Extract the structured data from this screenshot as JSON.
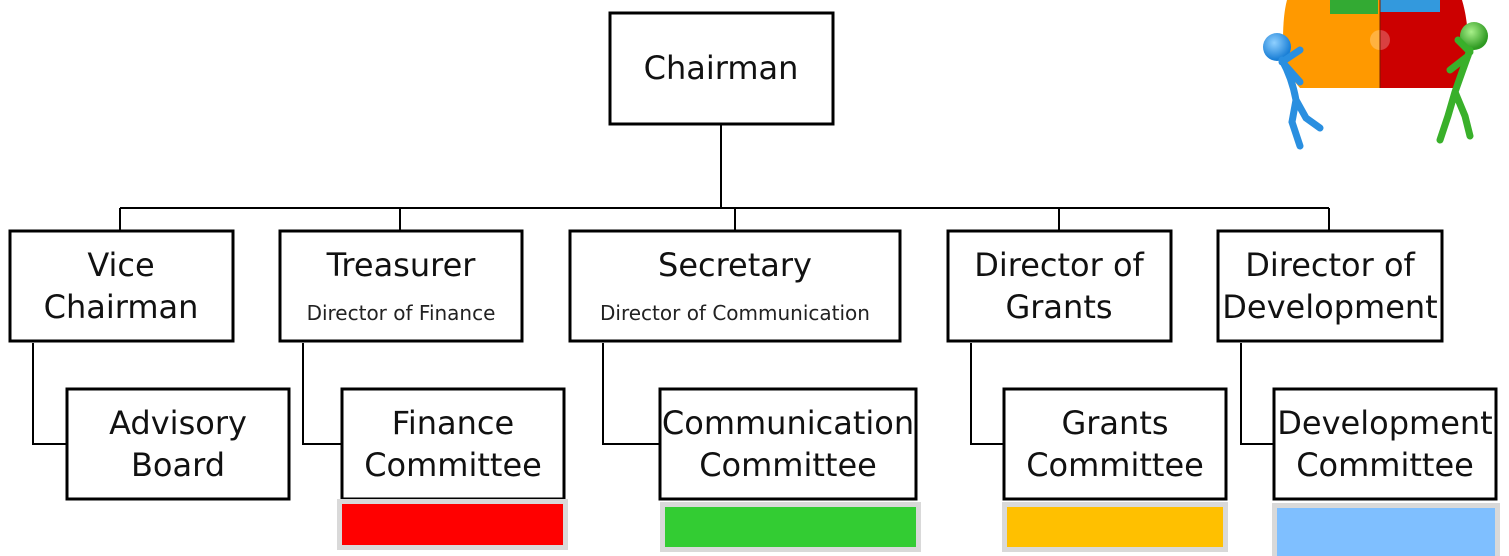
{
  "root": {
    "title": "Chairman"
  },
  "officers": [
    {
      "title_lines": [
        "Vice",
        "Chairman"
      ],
      "subtitle": ""
    },
    {
      "title_lines": [
        "Treasurer"
      ],
      "subtitle": "Director of Finance"
    },
    {
      "title_lines": [
        "Secretary"
      ],
      "subtitle": "Director of Communication"
    },
    {
      "title_lines": [
        "Director of",
        "Grants"
      ],
      "subtitle": ""
    },
    {
      "title_lines": [
        "Director of",
        "Development"
      ],
      "subtitle": ""
    }
  ],
  "committees": [
    {
      "lines": [
        "Advisory",
        "Board"
      ],
      "color": ""
    },
    {
      "lines": [
        "Finance",
        "Committee"
      ],
      "color": "#ff0000"
    },
    {
      "lines": [
        "Communication",
        "Committee"
      ],
      "color": "#33cc33"
    },
    {
      "lines": [
        "Grants",
        "Committee"
      ],
      "color": "#ffc000"
    },
    {
      "lines": [
        "Development",
        "Committee"
      ],
      "color": "#7fbfff"
    }
  ],
  "graphic": {
    "icon": "teamwork-puzzle-icon",
    "colors": [
      "#ff9900",
      "#cc0000",
      "#33aa33",
      "#3399dd"
    ]
  }
}
